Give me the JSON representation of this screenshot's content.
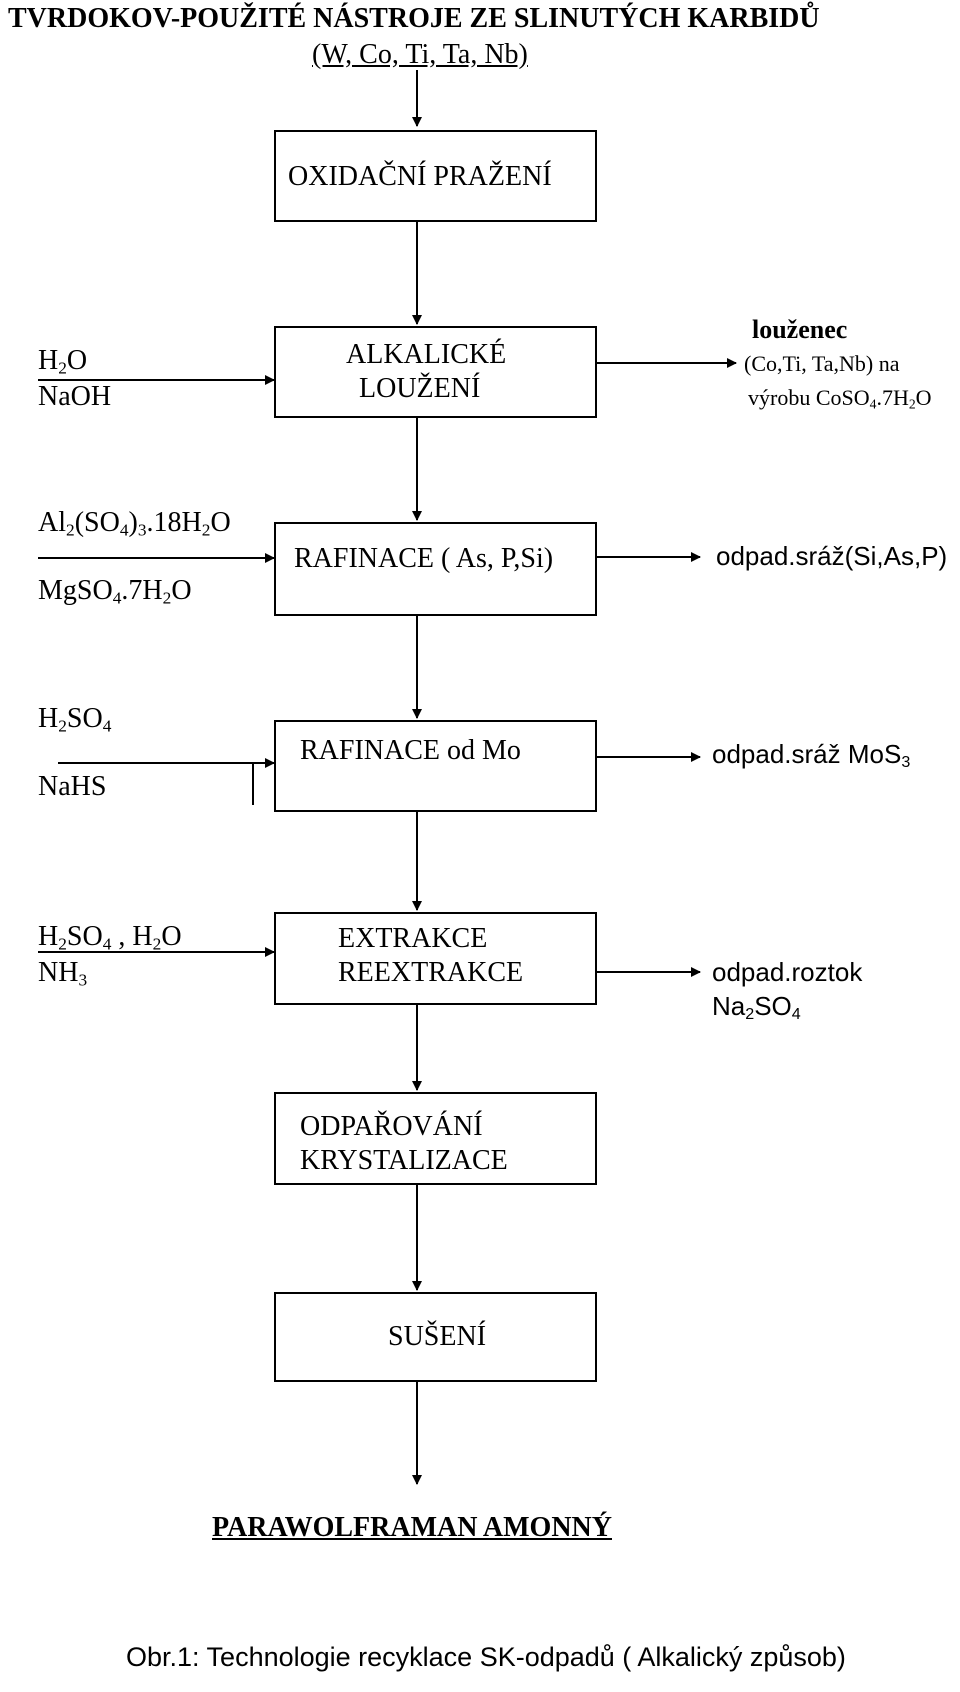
{
  "header": {
    "title": "TVRDOKOV-POUŽITÉ NÁSTROJE ZE SLINUTÝCH KARBIDŮ",
    "subtitle": "(W, Co, Ti, Ta, Nb)"
  },
  "steps": {
    "oxidation": "OXIDAČNÍ PRAŽENÍ",
    "alkaline_line1": "ALKALICKÉ",
    "alkaline_line2": "LOUŽENÍ",
    "refine1": "RAFINACE ( As, P,Si)",
    "refine2": "RAFINACE od  Mo",
    "extraction_line1": "EXTRAKCE",
    "extraction_line2": "REEXTRAKCE",
    "evap_line1": "ODPAŘOVÁNÍ",
    "evap_line2": "KRYSTALIZACE",
    "drying": "SUŠENÍ"
  },
  "inputs": {
    "alkaline": {
      "line1_a": "H",
      "line1_sub": "2",
      "line1_b": "O",
      "line2": "NaOH"
    },
    "refine1": {
      "line1": [
        [
          "Al",
          "n"
        ],
        [
          "2",
          "s"
        ],
        [
          "(SO",
          "n"
        ],
        [
          "4",
          "s"
        ],
        [
          ")",
          "n"
        ],
        [
          "3",
          "s"
        ],
        [
          ".18H",
          "n"
        ],
        [
          "2",
          "s"
        ],
        [
          "O",
          "n"
        ]
      ],
      "line2": [
        [
          "MgSO",
          "n"
        ],
        [
          "4",
          "s"
        ],
        [
          ".7H",
          "n"
        ],
        [
          "2",
          "s"
        ],
        [
          "O",
          "n"
        ]
      ]
    },
    "refine2": {
      "line1": [
        [
          "H",
          "n"
        ],
        [
          "2",
          "s"
        ],
        [
          "SO",
          "n"
        ],
        [
          "4",
          "s"
        ]
      ],
      "line2": [
        [
          "NaHS",
          "n"
        ]
      ]
    },
    "extraction": {
      "line1": [
        [
          "H",
          "n"
        ],
        [
          "2",
          "s"
        ],
        [
          "SO",
          "n"
        ],
        [
          "4",
          "s"
        ],
        [
          " , H",
          "n"
        ],
        [
          "2",
          "s"
        ],
        [
          "O",
          "n"
        ]
      ],
      "line2": [
        [
          "NH",
          "n"
        ],
        [
          "3",
          "s"
        ]
      ]
    }
  },
  "outputs": {
    "alkaline": {
      "head": "louženec",
      "line2": "(Co,Ti, Ta,Nb) na",
      "line3": [
        [
          "výrobu CoSO",
          "n"
        ],
        [
          "4",
          "s"
        ],
        [
          ".7H",
          "n"
        ],
        [
          "2",
          "s"
        ],
        [
          "O",
          "n"
        ]
      ]
    },
    "refine1": "odpad.sráž(Si,As,P)",
    "refine2": [
      [
        "odpad.sráž MoS",
        "n"
      ],
      [
        "3",
        "s"
      ]
    ],
    "extraction": {
      "line1": "odpad.roztok",
      "line2": [
        [
          "Na",
          "n"
        ],
        [
          "2",
          "s"
        ],
        [
          "SO",
          "n"
        ],
        [
          "4",
          "s"
        ]
      ]
    }
  },
  "final_product": "PARAWOLFRAMAN  AMONNÝ",
  "caption": "Obr.1:  Technologie recyklace SK-odpadů ( Alkalický způsob)"
}
